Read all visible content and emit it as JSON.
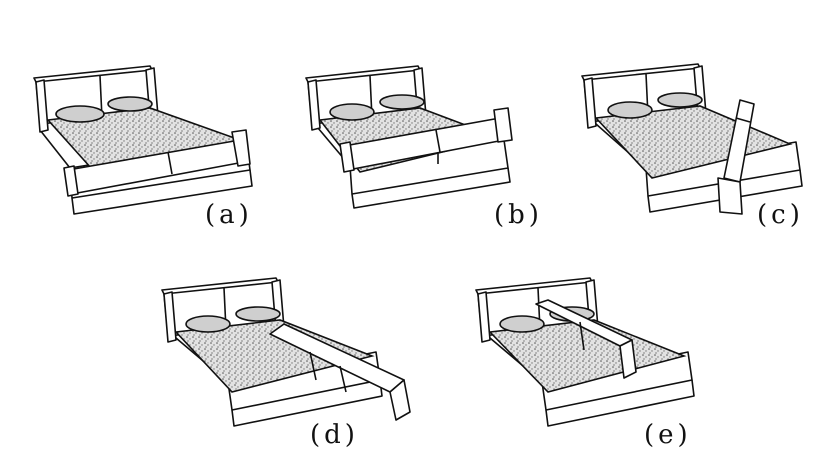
{
  "figure": {
    "panels": [
      {
        "id": "a",
        "label": "(a)",
        "state": "divider-closed-at-foot"
      },
      {
        "id": "b",
        "label": "(b)",
        "state": "divider-lifted"
      },
      {
        "id": "c",
        "label": "(c)",
        "state": "divider-upright"
      },
      {
        "id": "d",
        "label": "(d)",
        "state": "divider-swinging"
      },
      {
        "id": "e",
        "label": "(e)",
        "state": "divider-center"
      }
    ],
    "colors": {
      "line": "#111111",
      "mattress": "#d7d7d7",
      "background": "#ffffff"
    }
  }
}
